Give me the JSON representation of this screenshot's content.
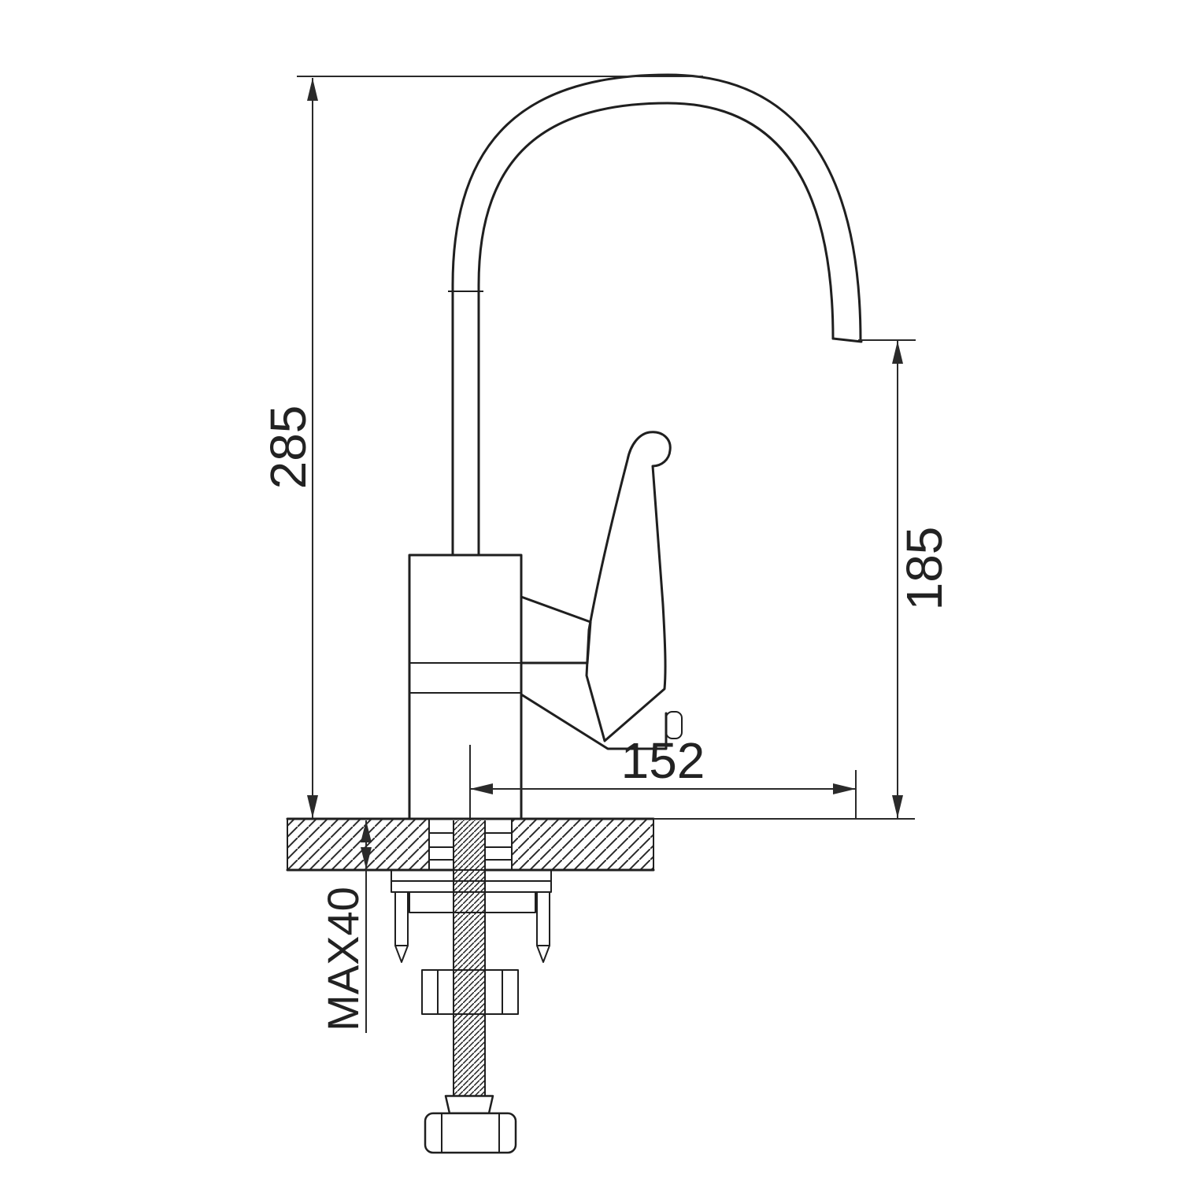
{
  "drawing": {
    "kind": "faucet-dimensional-diagram",
    "labels": {
      "overall_height": "285",
      "spout_height": "185",
      "spout_reach": "152",
      "max_thickness": "MAX40"
    },
    "colors": {
      "line": "#1f1f1f",
      "dimension": "#2a2a2a",
      "background": "#ffffff"
    }
  }
}
